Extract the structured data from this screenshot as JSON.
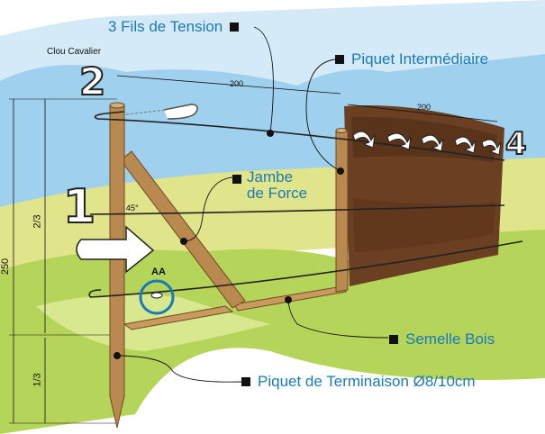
{
  "labels": {
    "tension_wires": "3 Fils de Tension",
    "intermediate_post": "Piquet Intermédiaire",
    "brace": "Jambe de Force",
    "brace_line1": "Jambe",
    "brace_line2": "de Force",
    "wood_sole": "Semelle Bois",
    "end_post": "Piquet de Terminaison Ø8/10cm",
    "staple": "Clou Cavalier",
    "detail_marker": "AA"
  },
  "dimensions": {
    "span_post": "200",
    "span_panel": "200",
    "height_total": "250",
    "height_upper": "2/3",
    "height_lower": "1/3",
    "angle": "45°"
  },
  "step_numbers": {
    "one": "1",
    "two": "2",
    "four": "4"
  },
  "colors": {
    "label_blue": "#1c79b8",
    "sky": "#9fd0ee",
    "grass_yellow": "#e0e48a",
    "grass_green": "#b5d45a",
    "wood": "#b9894f",
    "panel_brown": "#6b4022",
    "wire": "#222222",
    "detail_circle": "#1c79b8"
  }
}
